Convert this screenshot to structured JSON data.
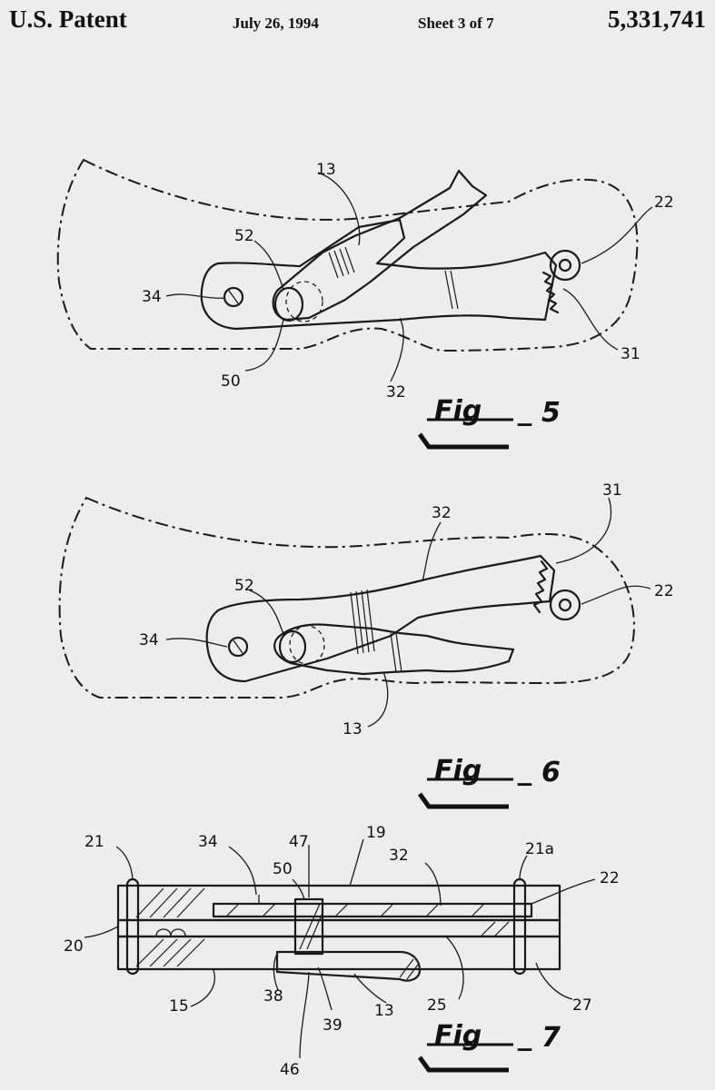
{
  "header": {
    "title": "U.S. Patent",
    "date": "July 26, 1994",
    "sheet": "Sheet 3 of 7",
    "patent_number": "5,331,741"
  },
  "figures": [
    {
      "caption_word": "Fig",
      "number": "5",
      "labels": [
        "13",
        "22",
        "52",
        "34",
        "31",
        "50",
        "32"
      ]
    },
    {
      "caption_word": "Fig",
      "number": "6",
      "labels": [
        "31",
        "32",
        "52",
        "22",
        "34",
        "13"
      ]
    },
    {
      "caption_word": "Fig",
      "number": "7",
      "labels": [
        "21",
        "34",
        "47",
        "19",
        "32",
        "21a",
        "22",
        "50",
        "20",
        "15",
        "38",
        "13",
        "25",
        "27",
        "39",
        "46"
      ]
    }
  ]
}
